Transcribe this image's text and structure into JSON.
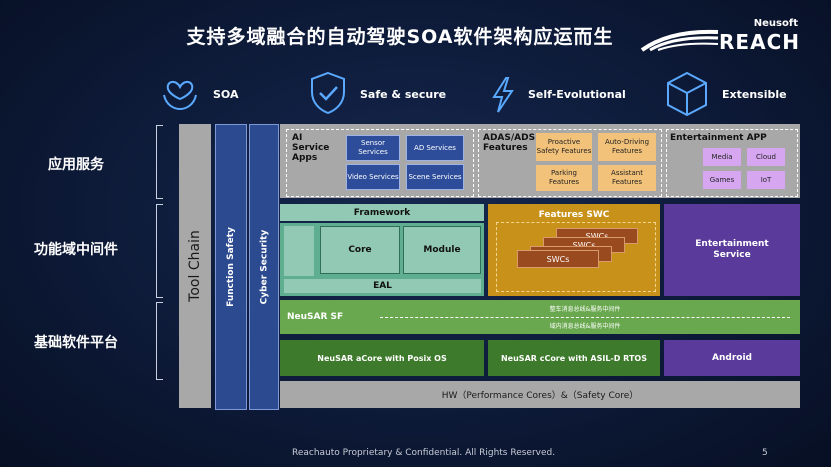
{
  "title": "支持多域融合的自动驾驶SOA软件架构应运而生",
  "logo": {
    "small": "Neusoft",
    "big": "REACH"
  },
  "pillars": [
    {
      "label": "SOA",
      "icon": "heart-hands-icon"
    },
    {
      "label": "Safe & secure",
      "icon": "shield-check-icon"
    },
    {
      "label": "Self-Evolutional",
      "icon": "lightning-icon"
    },
    {
      "label": "Extensible",
      "icon": "cube-icon"
    }
  ],
  "rows": [
    "应用服务",
    "功能域中间件",
    "基础软件平台"
  ],
  "vbars": {
    "tool_chain": "Tool Chain",
    "function_safety": "Function Safety",
    "cyber_security": "Cyber Security"
  },
  "ai_service": {
    "label": "AI Service Apps",
    "boxes": [
      "Sensor Services",
      "AD Services",
      "Video Services",
      "Scene Services"
    ]
  },
  "adas": {
    "label": "ADAS/ADS Features",
    "boxes": [
      "Proactive Safety Features",
      "Auto-Driving Features",
      "Parking Features",
      "Assistant Features"
    ]
  },
  "entertainment_app": {
    "label": "Entertainment APP",
    "boxes": [
      "Media",
      "Cloud",
      "Games",
      "IoT"
    ]
  },
  "middleware": {
    "framework": "Framework",
    "core": "Core",
    "module": "Module",
    "eal": "EAL",
    "features_swc": "Features SWC",
    "swc_stack": [
      "SWCs",
      "SWCs",
      "SWCs"
    ],
    "entertainment_service": "Entertainment Service"
  },
  "platform": {
    "neusar_sf": "NeuSAR SF",
    "bus_top": "整车消息总线&服务中间件",
    "bus_bottom": "域内消息总线&服务中间件",
    "acore": "NeuSAR aCore with Posix OS",
    "ccore": "NeuSAR cCore with ASIL-D RTOS",
    "android": "Android",
    "hw": "HW（Performance Cores）&（Safety Core）"
  },
  "footer": {
    "text": "Reachauto Proprietary & Confidential. All Rights Reserved.",
    "page": "5"
  },
  "colors": {
    "background": "#0d1a38",
    "green": "#6aa84f",
    "dark_green": "#3e7a2b",
    "gold": "#c8921a",
    "purple": "#5a3a9a",
    "blue": "#2d4d9a",
    "grey": "#a8a8a8"
  }
}
